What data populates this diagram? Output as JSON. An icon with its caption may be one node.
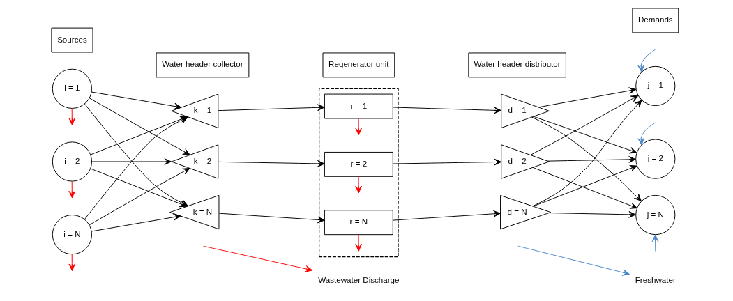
{
  "diagram": {
    "nodes": [
      {
        "text": [
          "Sources"
        ]
      },
      {
        "text": [
          "Water header collector"
        ]
      },
      {
        "text": [
          "Regenerator unit"
        ]
      },
      {
        "text": [
          "Water header distributor"
        ]
      },
      {
        "text": [
          "Demands"
        ]
      },
      {
        "text": [
          "i = 1"
        ]
      },
      {
        "text": [
          "i = 2"
        ]
      },
      {
        "text": [
          "i = N"
        ]
      },
      {
        "text": [
          "k = 1"
        ]
      },
      {
        "text": [
          "k = 2"
        ]
      },
      {
        "text": [
          "k = N"
        ]
      },
      {
        "text": [],
        "shape": "box"
      },
      {
        "text": [
          "r = 1"
        ],
        "in": 11
      },
      {
        "text": [
          "r = 2"
        ],
        "in": 11
      },
      {
        "text": [
          "r = N"
        ],
        "in": 11
      },
      {
        "text": [
          "d = 1"
        ]
      },
      {
        "text": [
          "d = 2"
        ]
      },
      {
        "text": [
          "d = N"
        ]
      },
      {
        "text": [
          "j = 1"
        ]
      },
      {
        "text": [
          "j = 2"
        ]
      },
      {
        "text": [
          "j = N"
        ]
      }
    ],
    "edges": [
      {
        "from": 5,
        "to": 8,
        "arrow": "to"
      },
      {
        "from": 5,
        "to": 9,
        "arrow": "to"
      },
      {
        "from": 5,
        "to": 10,
        "arrow": "to"
      },
      {
        "from": 6,
        "to": 8,
        "arrow": "to"
      },
      {
        "from": 6,
        "to": 9,
        "arrow": "to"
      },
      {
        "from": 6,
        "to": 10,
        "arrow": "to"
      },
      {
        "from": 7,
        "to": 8,
        "arrow": "to"
      },
      {
        "from": 7,
        "to": 9,
        "arrow": "to"
      },
      {
        "from": 7,
        "to": 10,
        "arrow": "to"
      },
      {
        "from": 8,
        "to": 12,
        "arrow": "to"
      },
      {
        "from": 9,
        "to": 13,
        "arrow": "to"
      },
      {
        "from": 10,
        "to": 14,
        "arrow": "to"
      },
      {
        "from": 12,
        "to": 15,
        "arrow": "to"
      },
      {
        "from": 13,
        "to": 16,
        "arrow": "to"
      },
      {
        "from": 14,
        "to": 17,
        "arrow": "to"
      },
      {
        "from": 15,
        "to": 18,
        "arrow": "to"
      },
      {
        "from": 15,
        "to": 19,
        "arrow": "to"
      },
      {
        "from": 15,
        "to": 20,
        "arrow": "to"
      },
      {
        "from": 16,
        "to": 18,
        "arrow": "to"
      },
      {
        "from": 16,
        "to": 19,
        "arrow": "to"
      },
      {
        "from": 16,
        "to": 20,
        "arrow": "to"
      },
      {
        "from": 17,
        "to": 18,
        "arrow": "to"
      },
      {
        "from": 17,
        "to": 19,
        "arrow": "to"
      },
      {
        "from": 17,
        "to": 20,
        "arrow": "to"
      },
      {
        "from": 5,
        "to": null,
        "arrow": "to",
        "color": "#ff0000"
      },
      {
        "from": 6,
        "to": null,
        "arrow": "to",
        "color": "#ff0000"
      },
      {
        "from": 7,
        "to": null,
        "arrow": "to",
        "color": "#ff0000"
      },
      {
        "from": 12,
        "to": null,
        "arrow": "to",
        "color": "#ff0000"
      },
      {
        "from": 13,
        "to": null,
        "arrow": "to",
        "color": "#ff0000"
      },
      {
        "from": 14,
        "to": null,
        "arrow": "to",
        "color": "#ff0000"
      },
      {
        "from": null,
        "to": 18,
        "arrow": "to",
        "color": "#4a86c8"
      },
      {
        "from": null,
        "to": 19,
        "arrow": "to",
        "color": "#4a86c8"
      },
      {
        "from": null,
        "to": 20,
        "arrow": "to",
        "color": "#4a86c8"
      }
    ],
    "legend": [
      {
        "text": "Wastewater Discharge"
      },
      {
        "text": "Freshwater"
      }
    ]
  }
}
